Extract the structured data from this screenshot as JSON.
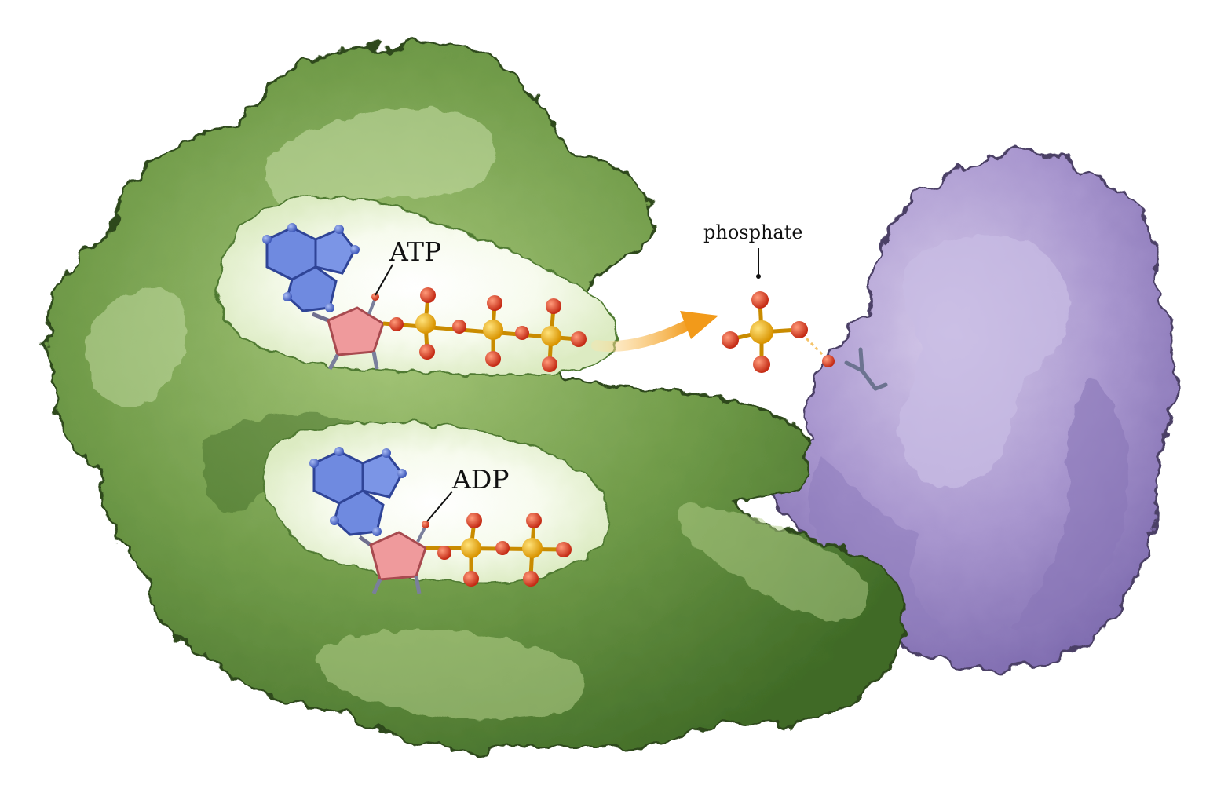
{
  "labels": {
    "atp": "ATP",
    "adp": "ADP",
    "phosphate": "phosphate"
  },
  "colors": {
    "background": "#ffffff",
    "kinase_surface": "#6f9a48",
    "kinase_shadow": "#3f6a26",
    "kinase_highlight": "#c9dfa8",
    "substrate_surface": "#a997cf",
    "substrate_shadow": "#7d6aae",
    "adenine": "#5b78d6",
    "ribose": "#e8878a",
    "phosphorus": "#f0b11c",
    "oxygen": "#d8391f",
    "transfer_arrow": "#f29a1a",
    "side_chain": "#9aa3bf"
  },
  "icons": {
    "transfer_arrow": "curved-arrow-icon"
  }
}
